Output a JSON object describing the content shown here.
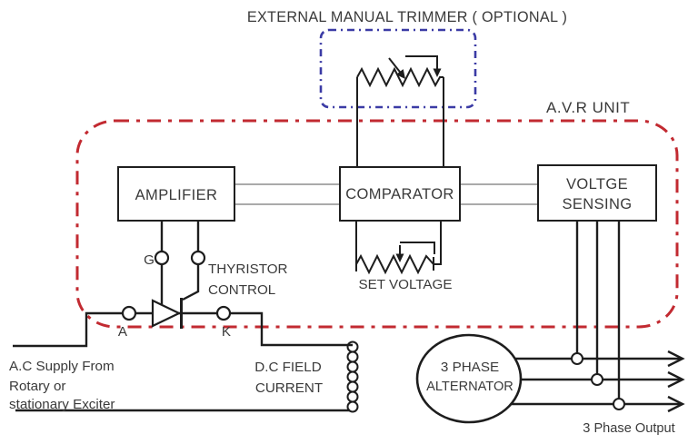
{
  "diagram": {
    "title": "EXTERNAL MANUAL TRIMMER ( OPTIONAL )",
    "avr_unit_label": "A.V.R UNIT",
    "blocks": {
      "amplifier": "AMPLIFIER",
      "comparator": "COMPARATOR",
      "voltage_sensing_line1": "VOLTGE",
      "voltage_sensing_line2": "SENSING"
    },
    "labels": {
      "thyristor_control_line1": "THYRISTOR",
      "thyristor_control_line2": "CONTROL",
      "set_voltage": "SET VOLTAGE",
      "gate": "G",
      "anode": "A",
      "cathode": "K",
      "ac_supply_line1": "A.C Supply From",
      "ac_supply_line2": "Rotary or",
      "ac_supply_line3": "stationary Exciter",
      "dc_field_line1": "D.C FIELD",
      "dc_field_line2": "CURRENT",
      "alternator_line1": "3 PHASE",
      "alternator_line2": "ALTERNATOR",
      "three_phase_output": "3 Phase Output"
    },
    "colors": {
      "avr_boundary": "#c22a31",
      "trimmer_boundary": "#3b3ba5",
      "wire": "#1d1d1d",
      "bus": "#8d8d8d",
      "text": "#3a3a3a"
    }
  }
}
